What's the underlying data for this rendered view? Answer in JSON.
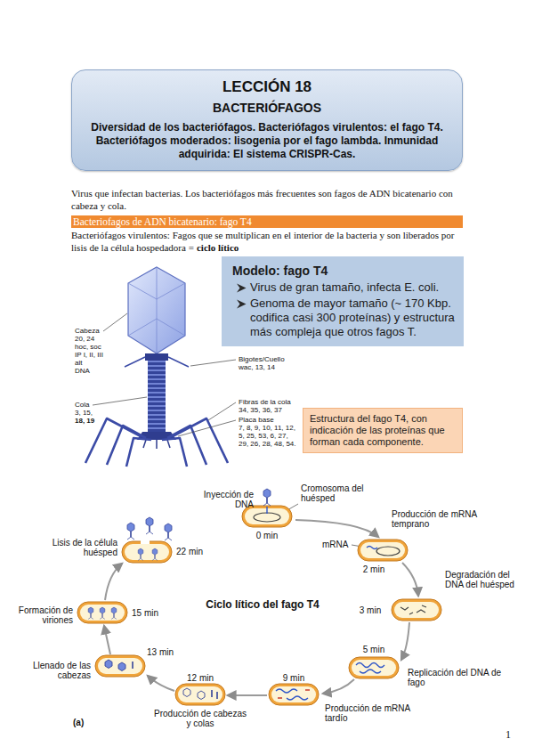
{
  "diagram": {
    "nodes": [
      {
        "text": [
          "LECCIÓN 18",
          "BACTERIÓFAGOS",
          "Diversidad de los bacteriófagos. Bacteriófagos virulentos: el fago T4. Bacteriófagos moderados: lisogenia por el fago lambda. Inmunidad adquirida: El sistema CRISPR-Cas."
        ]
      },
      {
        "text": [
          "Bacteriofagos de ADN bicatenario: fago T4"
        ]
      },
      {
        "text": [
          "Modelo: fago T4",
          "Virus de gran tamaño, infecta E. coli.",
          "Genoma de mayor tamaño (~ 170 Kbp. codifica casi 300 proteínas) y estructura más compleja que otros fagos T."
        ]
      },
      {
        "text": [
          "Estructura del fago T4, con indicación de las proteínas que forman cada componente."
        ]
      }
    ],
    "labels": [
      "Virus que infectan bacterias. Los bacteriófagos más frecuentes son fagos de ADN bicatenario con cabeza y cola.",
      "Bacteriófagos virulentos: Fagos que se multiplican en el interior de la bacteria y son liberados por lisis de la célula hospedadora =",
      "ciclo lítico",
      "Cabeza",
      "20, 24",
      "hoc, soc",
      "IP I, II, III",
      "alt",
      "DNA",
      "Cola",
      "3, 15,",
      "18, 19",
      "Bigotes/Cuello",
      "wac, 13, 14",
      "Fibras de la cola",
      "34, 35, 36, 37",
      "Placa base",
      "7, 8, 9, 10, 11, 12, 5, 25, 53, 6, 27, 29, 26, 28, 48, 54.",
      "Inyección de DNA",
      "Cromosoma del huésped",
      "0 min",
      "Producción de mRNA temprano",
      "mRNA",
      "2 min",
      "Degradación del DNA del huésped",
      "3 min",
      "Replicación del DNA de fago",
      "5 min",
      "Producción de mRNA tardío",
      "9 min",
      "Producción de cabezas y colas",
      "12 min",
      "Llenado de las cabezas",
      "13 min",
      "Formación de viriones",
      "15 min",
      "Lisis de la célula huésped",
      "22 min",
      "Ciclo lítico del fago T4",
      "(a)",
      "1"
    ]
  }
}
